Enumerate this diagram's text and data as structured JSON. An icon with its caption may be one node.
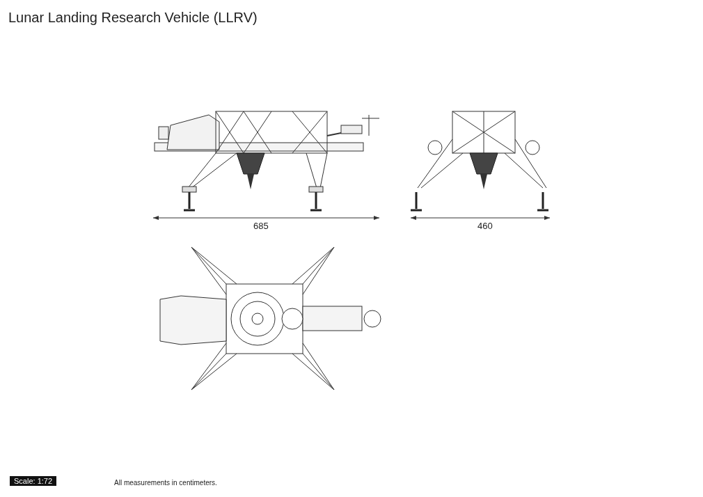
{
  "diagram": {
    "title": "Lunar Landing Research Vehicle (LLRV)",
    "labels": [
      "685",
      "460",
      "Scale: 1:72",
      "All measurements in centimeters."
    ]
  }
}
